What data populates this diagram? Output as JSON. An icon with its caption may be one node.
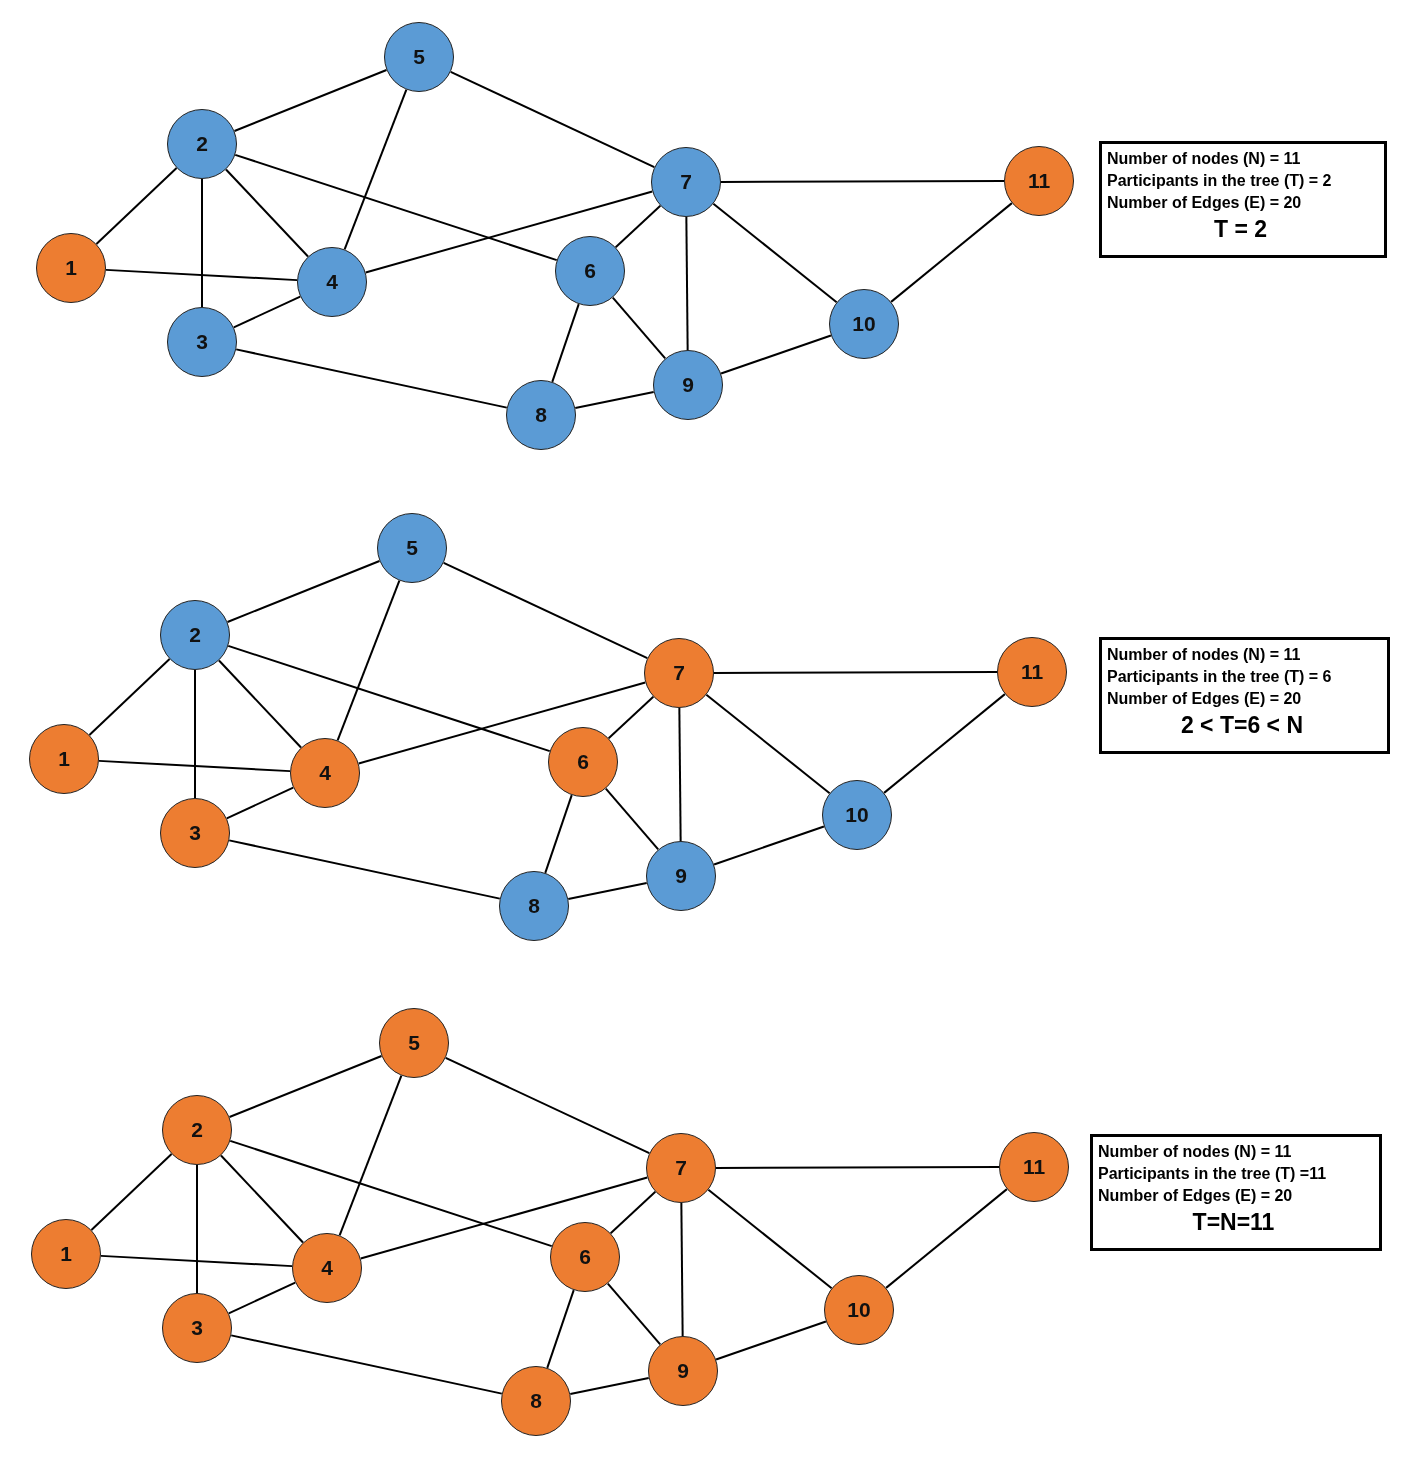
{
  "diagram": {
    "nodes": [
      {
        "text": [
          "1"
        ]
      },
      {
        "text": [
          "2"
        ]
      },
      {
        "text": [
          "3"
        ]
      },
      {
        "text": [
          "4"
        ]
      },
      {
        "text": [
          "5"
        ]
      },
      {
        "text": [
          "6"
        ]
      },
      {
        "text": [
          "7"
        ]
      },
      {
        "text": [
          "8"
        ]
      },
      {
        "text": [
          "9"
        ]
      },
      {
        "text": [
          "10"
        ]
      },
      {
        "text": [
          "11"
        ]
      },
      {
        "text": [
          "Number of nodes (N) = 11",
          "Participants in the tree (T) = 2",
          "Number of Edges (E) = 20",
          "T = 2"
        ]
      },
      {
        "text": [
          "1"
        ]
      },
      {
        "text": [
          "2"
        ]
      },
      {
        "text": [
          "3"
        ]
      },
      {
        "text": [
          "4"
        ]
      },
      {
        "text": [
          "5"
        ]
      },
      {
        "text": [
          "6"
        ]
      },
      {
        "text": [
          "7"
        ]
      },
      {
        "text": [
          "8"
        ]
      },
      {
        "text": [
          "9"
        ]
      },
      {
        "text": [
          "10"
        ]
      },
      {
        "text": [
          "11"
        ]
      },
      {
        "text": [
          "Number of nodes (N) = 11",
          "Participants in the tree (T) = 6",
          "Number of Edges (E) = 20",
          "2 < T=6 < N"
        ]
      },
      {
        "text": [
          "1"
        ]
      },
      {
        "text": [
          "2"
        ]
      },
      {
        "text": [
          "3"
        ]
      },
      {
        "text": [
          "4"
        ]
      },
      {
        "text": [
          "5"
        ]
      },
      {
        "text": [
          "6"
        ]
      },
      {
        "text": [
          "7"
        ]
      },
      {
        "text": [
          "8"
        ]
      },
      {
        "text": [
          "9"
        ]
      },
      {
        "text": [
          "10"
        ]
      },
      {
        "text": [
          "11"
        ]
      },
      {
        "text": [
          "Number of nodes (N) = 11",
          "Participants in the tree (T) =11",
          "Number of Edges (E) = 20",
          "T=N=11"
        ]
      }
    ],
    "edges": [
      {
        "from": 0,
        "to": 1,
        "arrow": "none"
      },
      {
        "from": 0,
        "to": 3,
        "arrow": "none"
      },
      {
        "from": 1,
        "to": 2,
        "arrow": "none"
      },
      {
        "from": 1,
        "to": 3,
        "arrow": "none"
      },
      {
        "from": 1,
        "to": 4,
        "arrow": "none"
      },
      {
        "from": 1,
        "to": 5,
        "arrow": "none"
      },
      {
        "from": 2,
        "to": 3,
        "arrow": "none"
      },
      {
        "from": 2,
        "to": 7,
        "arrow": "none"
      },
      {
        "from": 3,
        "to": 4,
        "arrow": "none"
      },
      {
        "from": 3,
        "to": 6,
        "arrow": "none"
      },
      {
        "from": 4,
        "to": 6,
        "arrow": "none"
      },
      {
        "from": 5,
        "to": 6,
        "arrow": "none"
      },
      {
        "from": 5,
        "to": 7,
        "arrow": "none"
      },
      {
        "from": 5,
        "to": 8,
        "arrow": "none"
      },
      {
        "from": 6,
        "to": 8,
        "arrow": "none"
      },
      {
        "from": 6,
        "to": 9,
        "arrow": "none"
      },
      {
        "from": 6,
        "to": 10,
        "arrow": "none"
      },
      {
        "from": 7,
        "to": 8,
        "arrow": "none"
      },
      {
        "from": 8,
        "to": 9,
        "arrow": "none"
      },
      {
        "from": 9,
        "to": 10,
        "arrow": "none"
      },
      {
        "from": 12,
        "to": 13,
        "arrow": "none"
      },
      {
        "from": 12,
        "to": 15,
        "arrow": "none"
      },
      {
        "from": 13,
        "to": 14,
        "arrow": "none"
      },
      {
        "from": 13,
        "to": 15,
        "arrow": "none"
      },
      {
        "from": 13,
        "to": 16,
        "arrow": "none"
      },
      {
        "from": 13,
        "to": 17,
        "arrow": "none"
      },
      {
        "from": 14,
        "to": 15,
        "arrow": "none"
      },
      {
        "from": 14,
        "to": 19,
        "arrow": "none"
      },
      {
        "from": 15,
        "to": 16,
        "arrow": "none"
      },
      {
        "from": 15,
        "to": 18,
        "arrow": "none"
      },
      {
        "from": 16,
        "to": 18,
        "arrow": "none"
      },
      {
        "from": 17,
        "to": 18,
        "arrow": "none"
      },
      {
        "from": 17,
        "to": 19,
        "arrow": "none"
      },
      {
        "from": 17,
        "to": 20,
        "arrow": "none"
      },
      {
        "from": 18,
        "to": 20,
        "arrow": "none"
      },
      {
        "from": 18,
        "to": 21,
        "arrow": "none"
      },
      {
        "from": 18,
        "to": 22,
        "arrow": "none"
      },
      {
        "from": 19,
        "to": 20,
        "arrow": "none"
      },
      {
        "from": 20,
        "to": 21,
        "arrow": "none"
      },
      {
        "from": 21,
        "to": 22,
        "arrow": "none"
      },
      {
        "from": 24,
        "to": 25,
        "arrow": "none"
      },
      {
        "from": 24,
        "to": 27,
        "arrow": "none"
      },
      {
        "from": 25,
        "to": 26,
        "arrow": "none"
      },
      {
        "from": 25,
        "to": 27,
        "arrow": "none"
      },
      {
        "from": 25,
        "to": 28,
        "arrow": "none"
      },
      {
        "from": 25,
        "to": 29,
        "arrow": "none"
      },
      {
        "from": 26,
        "to": 27,
        "arrow": "none"
      },
      {
        "from": 26,
        "to": 31,
        "arrow": "none"
      },
      {
        "from": 27,
        "to": 28,
        "arrow": "none"
      },
      {
        "from": 27,
        "to": 30,
        "arrow": "none"
      },
      {
        "from": 28,
        "to": 30,
        "arrow": "none"
      },
      {
        "from": 29,
        "to": 30,
        "arrow": "none"
      },
      {
        "from": 29,
        "to": 31,
        "arrow": "none"
      },
      {
        "from": 29,
        "to": 32,
        "arrow": "none"
      },
      {
        "from": 30,
        "to": 32,
        "arrow": "none"
      },
      {
        "from": 30,
        "to": 33,
        "arrow": "none"
      },
      {
        "from": 30,
        "to": 34,
        "arrow": "none"
      },
      {
        "from": 31,
        "to": 32,
        "arrow": "none"
      },
      {
        "from": 32,
        "to": 33,
        "arrow": "none"
      },
      {
        "from": 33,
        "to": 34,
        "arrow": "none"
      }
    ]
  }
}
